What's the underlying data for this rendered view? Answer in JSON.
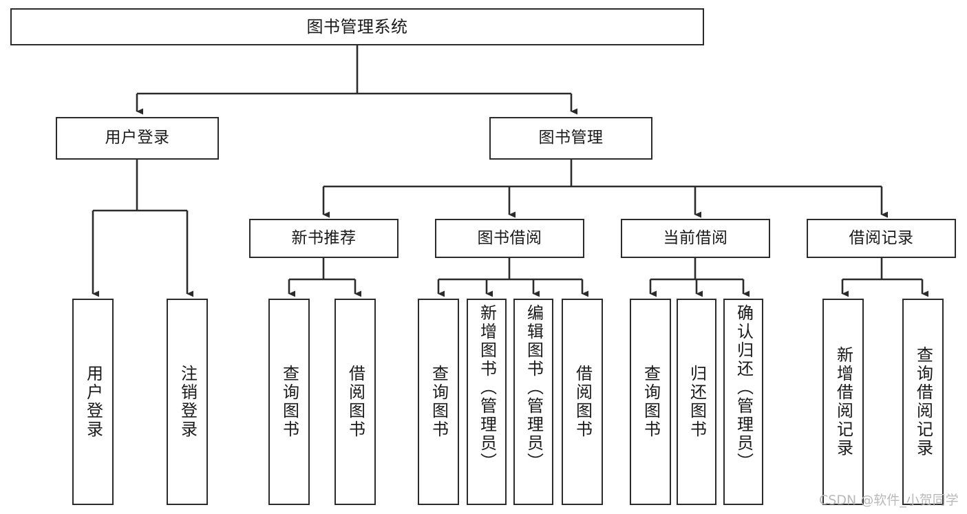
{
  "diagram": {
    "type": "tree-hierarchy",
    "title": "图书管理系统",
    "orientation": "top-down",
    "colors": {
      "background": "#ffffff",
      "box_stroke": "#2b2b2b",
      "box_fill": "#ffffff",
      "connector": "#2b2b2b",
      "text": "#1a1a1a",
      "watermark": "#b9b9b9"
    },
    "nodes": {
      "root": {
        "label": "图书管理系统",
        "level": 1
      },
      "level2": [
        {
          "id": "user-login",
          "label": "用户登录"
        },
        {
          "id": "book-manage",
          "label": "图书管理"
        }
      ],
      "level3": [
        {
          "id": "new-book-recommend",
          "label": "新书推荐"
        },
        {
          "id": "book-borrow",
          "label": "图书借阅"
        },
        {
          "id": "current-borrow",
          "label": "当前借阅"
        },
        {
          "id": "borrow-record",
          "label": "借阅记录"
        }
      ],
      "leaves": {
        "user_login": [
          {
            "id": "leaf-user-login",
            "label": "用户登录"
          },
          {
            "id": "leaf-logout-login",
            "label": "注销登录"
          }
        ],
        "new_book_recommend": [
          {
            "id": "leaf-query-book-1",
            "label": "查询图书"
          },
          {
            "id": "leaf-borrow-book-1",
            "label": "借阅图书"
          }
        ],
        "book_borrow": [
          {
            "id": "leaf-query-book-2",
            "label": "查询图书"
          },
          {
            "id": "leaf-add-book",
            "label": "新增图书（管理员）"
          },
          {
            "id": "leaf-edit-book",
            "label": "编辑图书（管理员）"
          },
          {
            "id": "leaf-borrow-book-2",
            "label": "借阅图书"
          }
        ],
        "current_borrow": [
          {
            "id": "leaf-query-book-3",
            "label": "查询图书"
          },
          {
            "id": "leaf-return-book",
            "label": "归还图书"
          },
          {
            "id": "leaf-confirm-return",
            "label": "确认归还（管理员）"
          }
        ],
        "borrow_record": [
          {
            "id": "leaf-add-record",
            "label": "新增借阅记录"
          },
          {
            "id": "leaf-query-record",
            "label": "查询借阅记录"
          }
        ]
      }
    }
  },
  "watermark": {
    "text": "CSDN @软件_小贺同学"
  }
}
